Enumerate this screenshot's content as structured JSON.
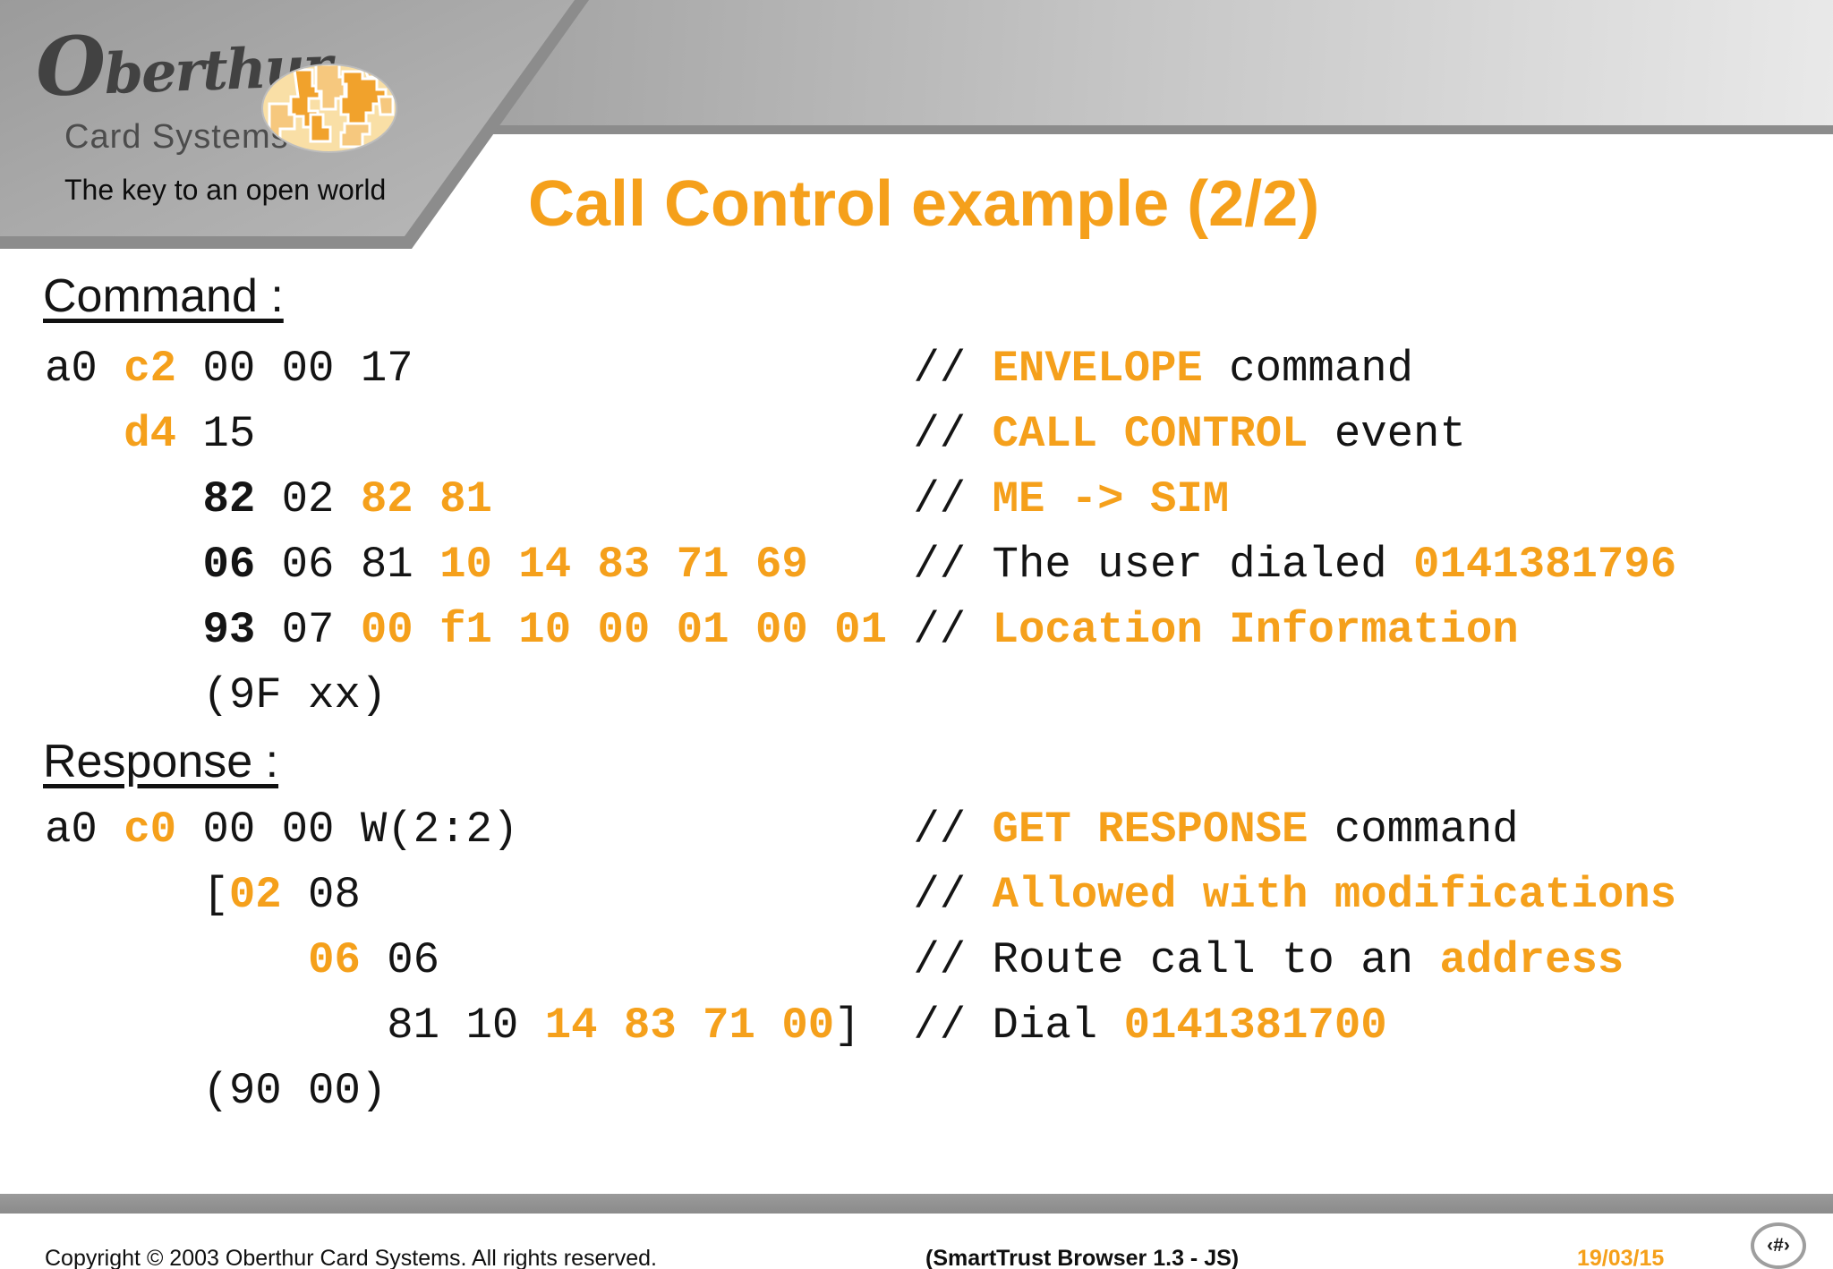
{
  "colors": {
    "accent_orange": "#F5A01B",
    "header_gray_dark": "#9A9A9A",
    "header_gray_light": "#E9E9E9",
    "trim_gray": "#8C8C8C",
    "footer_bar_gray": "#8F8F8F",
    "text_black": "#141414"
  },
  "logo": {
    "brand": "Oberthur",
    "brand_sub": "Card Systems",
    "tagline": "The key to an open world"
  },
  "title": "Call Control example (2/2)",
  "code_sections": [
    {
      "heading": "Command :",
      "lines": [
        {
          "code": [
            [
              "k",
              "a0 "
            ],
            [
              "o",
              "c2"
            ],
            [
              "k",
              " 00 00 17"
            ]
          ],
          "comment": [
            [
              "k",
              "// "
            ],
            [
              "o",
              "ENVELOPE"
            ],
            [
              "k",
              " command"
            ]
          ]
        },
        {
          "code": [
            [
              "k",
              "   "
            ],
            [
              "o",
              "d4"
            ],
            [
              "k",
              " 15"
            ]
          ],
          "comment": [
            [
              "k",
              "// "
            ],
            [
              "o",
              "CALL CONTROL"
            ],
            [
              "k",
              " event"
            ]
          ]
        },
        {
          "code": [
            [
              "k",
              "      "
            ],
            [
              "b",
              "82"
            ],
            [
              "k",
              " 02 "
            ],
            [
              "o",
              "82 81"
            ]
          ],
          "comment": [
            [
              "k",
              "// "
            ],
            [
              "o",
              "ME -> SIM"
            ]
          ]
        },
        {
          "code": [
            [
              "k",
              "      "
            ],
            [
              "b",
              "06"
            ],
            [
              "k",
              " 06 81 "
            ],
            [
              "o",
              "10 14 83 71 69"
            ]
          ],
          "comment": [
            [
              "k",
              "// The user dialed "
            ],
            [
              "o",
              "0141381796"
            ]
          ]
        },
        {
          "code": [
            [
              "k",
              "      "
            ],
            [
              "b",
              "93"
            ],
            [
              "k",
              " 07 "
            ],
            [
              "o",
              "00 f1 10 00 01 00 01"
            ]
          ],
          "comment": [
            [
              "k",
              "// "
            ],
            [
              "o",
              "Location Information"
            ]
          ]
        },
        {
          "code": [
            [
              "k",
              "      (9F xx)"
            ]
          ]
        }
      ]
    },
    {
      "heading": "Response :",
      "lines": [
        {
          "code": [
            [
              "k",
              "a0 "
            ],
            [
              "o",
              "c0"
            ],
            [
              "k",
              " 00 00 W(2:2)"
            ]
          ],
          "comment": [
            [
              "k",
              "// "
            ],
            [
              "o",
              "GET RESPONSE"
            ],
            [
              "k",
              " command"
            ]
          ]
        },
        {
          "code": [
            [
              "k",
              "      ["
            ],
            [
              "o",
              "02"
            ],
            [
              "k",
              " 08"
            ]
          ],
          "comment": [
            [
              "k",
              "// "
            ],
            [
              "o",
              "Allowed with modifications"
            ]
          ]
        },
        {
          "code": [
            [
              "k",
              "          "
            ],
            [
              "o",
              "06"
            ],
            [
              "k",
              " 06"
            ]
          ],
          "comment": [
            [
              "k",
              "// Route call to an "
            ],
            [
              "o",
              "address"
            ]
          ]
        },
        {
          "code": [
            [
              "k",
              "             81 10 "
            ],
            [
              "o",
              "14 83 71 00"
            ],
            [
              "k",
              "]"
            ]
          ],
          "comment": [
            [
              "k",
              "// Dial "
            ],
            [
              "o",
              "0141381700"
            ]
          ]
        },
        {
          "code": [
            [
              "k",
              "      (90 00)"
            ]
          ]
        }
      ]
    }
  ],
  "footer": {
    "copyright": "Copyright © 2003 Oberthur Card Systems. All rights reserved.",
    "center_note": "(SmartTrust Browser 1.3 - JS)",
    "date": "19/03/15",
    "page_marker": "‹#›"
  }
}
